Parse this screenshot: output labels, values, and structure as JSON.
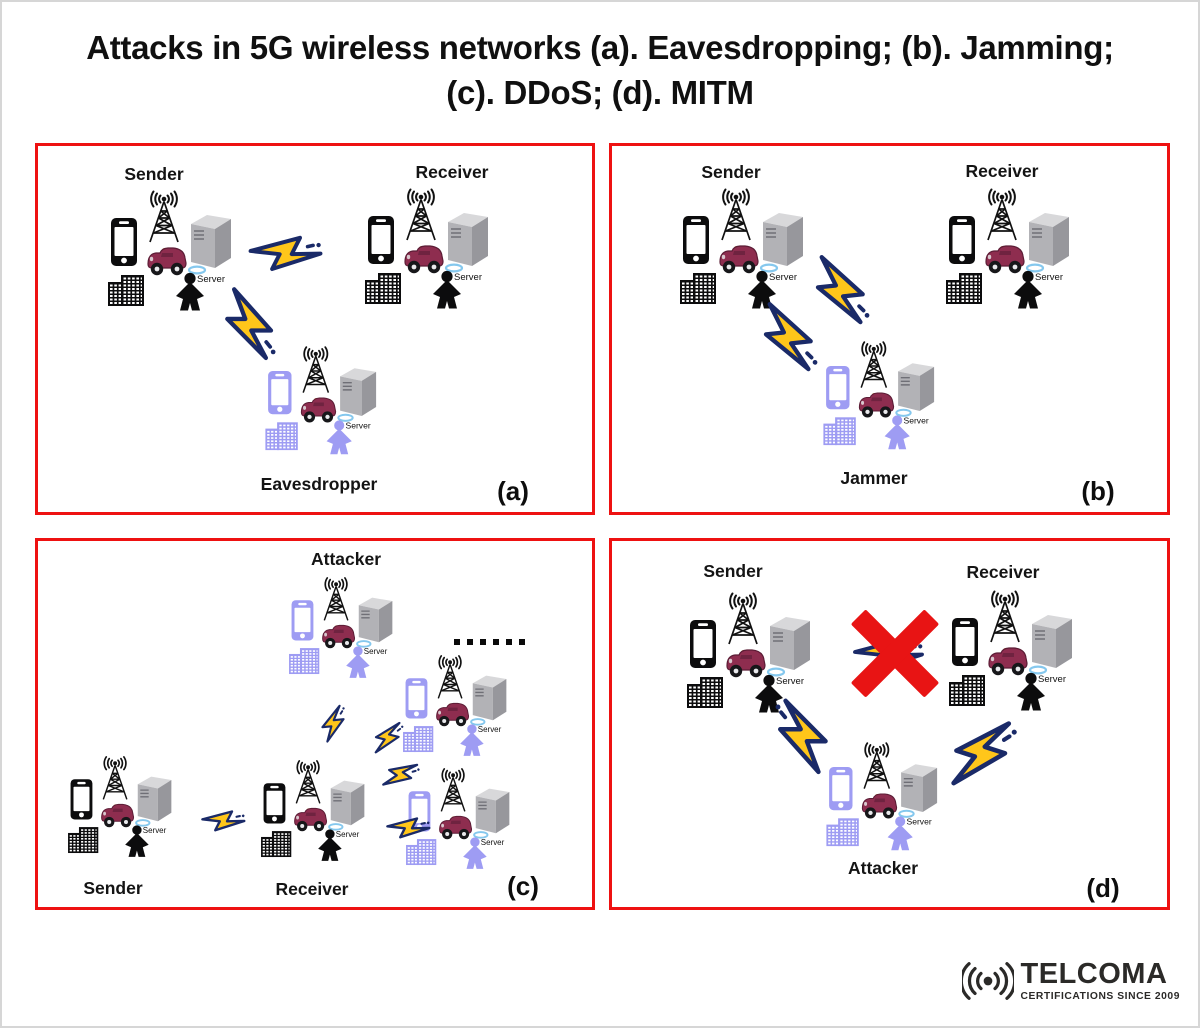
{
  "title": {
    "line1": "Attacks in 5G wireless networks (a). Eavesdropping; (b). Jamming;",
    "line2": "(c). DDoS; (d). MITM"
  },
  "labels": {
    "server": "Server"
  },
  "panels": {
    "a": {
      "letter": "(a)",
      "sender": "Sender",
      "receiver": "Receiver",
      "attacker": "Eavesdropper"
    },
    "b": {
      "letter": "(b)",
      "sender": "Sender",
      "receiver": "Receiver",
      "attacker": "Jammer"
    },
    "c": {
      "letter": "(c)",
      "sender": "Sender",
      "receiver": "Receiver",
      "attacker": "Attacker"
    },
    "d": {
      "letter": "(d)",
      "sender": "Sender",
      "receiver": "Receiver",
      "attacker": "Attacker"
    }
  },
  "logo": {
    "name": "TELCOMA",
    "tagline": "CERTIFICATIONS SINCE 2009"
  },
  "icons": {
    "cluster_icons": [
      "smartphone-icon",
      "cell-tower-icon",
      "server-icon",
      "car-icon",
      "building-icon",
      "person-icon"
    ],
    "attack_icon": "lightning-bolt-icon",
    "blocked_icon": "red-cross-icon",
    "logo_icon": "radio-signal-icon"
  },
  "colors": {
    "panel_border": "#ee1111",
    "bolt_fill": "#ffc61a",
    "bolt_stroke": "#1a2a68",
    "purple_scheme": "#9e9cf3",
    "dark_scheme": "#0c0c0d",
    "car_body": "#8e2d4f",
    "halo": "#85c8ee",
    "cross": "#e81414",
    "server_gray": "#b2b2b6",
    "server_blue_top": "#85cdf9",
    "server_blue_bottom": "#1b3ecf"
  }
}
